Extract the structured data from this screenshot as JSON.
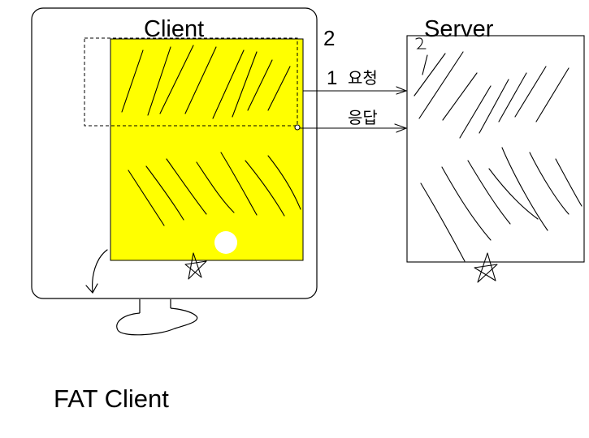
{
  "diagram": {
    "client_label": "Client",
    "server_label": "Server",
    "caption": "FAT Client",
    "request_label": "요청",
    "response_label": "응답",
    "step_one": "1",
    "step_two": "2",
    "client_fill": "#ffff00",
    "stroke_color": "#000000"
  }
}
